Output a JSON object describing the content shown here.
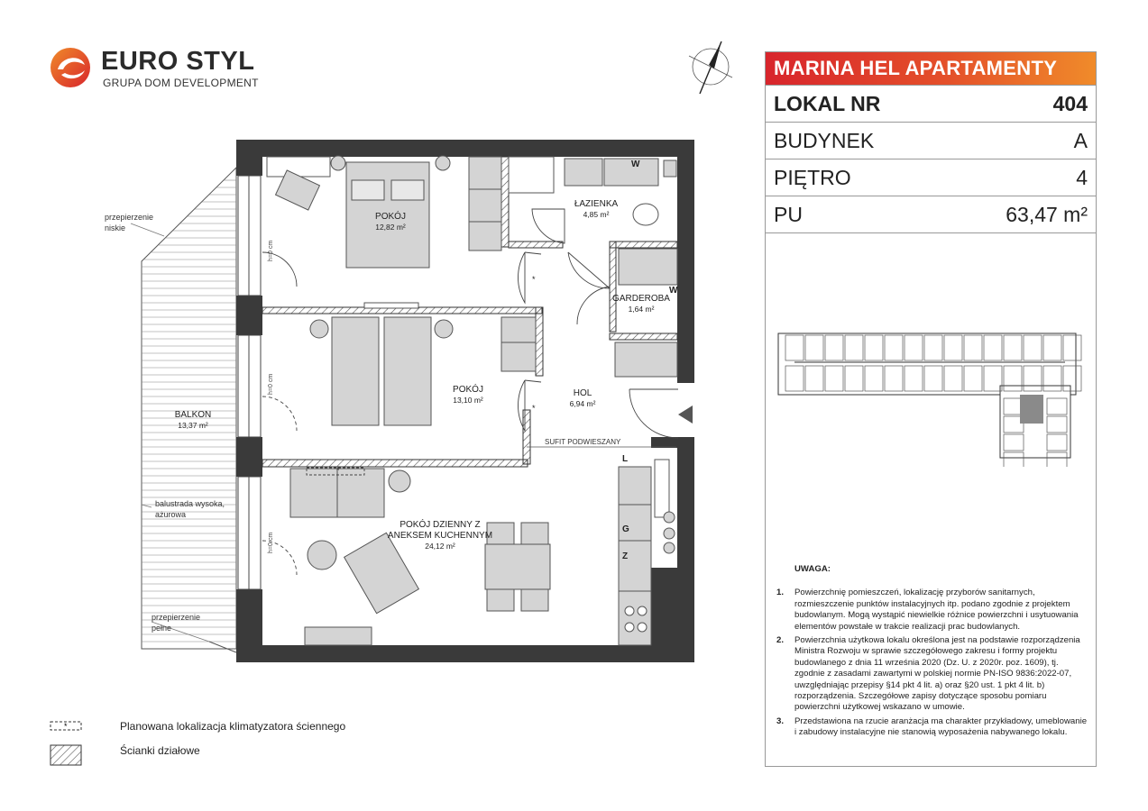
{
  "brand": {
    "name": "EURO STYL",
    "subtitle": "GRUPA DOM DEVELOPMENT",
    "colors": {
      "accent_red": "#d8252c",
      "accent_orange": "#f08b2a"
    }
  },
  "info": {
    "project": "MARINA HEL APARTAMENTY",
    "lokal_label": "LOKAL NR",
    "lokal_value": "404",
    "budynek_label": "BUDYNEK",
    "budynek_value": "A",
    "pietro_label": "PIĘTRO",
    "pietro_value": "4",
    "pu_label": "PU",
    "pu_value": "63,47 m²"
  },
  "rooms": {
    "bedroom1_name": "POKÓJ",
    "bedroom1_area": "12,82 m²",
    "bedroom2_name": "POKÓJ",
    "bedroom2_area": "13,10 m²",
    "bathroom_name": "ŁAZIENKA",
    "bathroom_area": "4,85 m²",
    "wardrobe_name": "GARDEROBA",
    "wardrobe_area": "1,64 m²",
    "hall_name": "HOL",
    "hall_area": "6,94 m²",
    "living_name_1": "POKÓJ DZIENNY Z",
    "living_name_2": "ANEKSEM KUCHENNYM",
    "living_area": "24,12 m²",
    "balcony_name": "BALKON",
    "balcony_area": "13,37 m²"
  },
  "plan_labels": {
    "partition_low_1": "przepierzenie",
    "partition_low_2": "niskie",
    "balustrade_1": "balustrada wysoka,",
    "balustrade_2": "ażurowa",
    "partition_full_1": "przepierzenie",
    "partition_full_2": "pełne",
    "ceiling": "SUFIT PODWIESZANY",
    "sill": "h=0 cm",
    "meter_w": "W",
    "meter_l": "L",
    "meter_g": "G",
    "meter_z": "Z",
    "ac_mark": "*"
  },
  "legend": {
    "ac": "Planowana lokalizacja klimatyzatora ściennego",
    "walls": "Ścianki działowe"
  },
  "notes": {
    "title": "UWAGA:",
    "items": [
      {
        "num": "1.",
        "text": "Powierzchnię pomieszczeń, lokalizację przyborów sanitarnych, rozmieszczenie punktów instalacyjnych itp. podano zgodnie z projektem budowlanym. Mogą wystąpić niewielkie różnice powierzchni i usytuowania elementów powstałe w trakcie realizacji prac budowlanych."
      },
      {
        "num": "2.",
        "text": "Powierzchnia użytkowa lokalu określona jest na podstawie rozporządzenia Ministra Rozwoju w sprawie szczegółowego zakresu i formy projektu budowlanego z dnia 11 września 2020 (Dz. U. z 2020r. poz. 1609), tj. zgodnie z zasadami zawartymi w polskiej normie PN-ISO 9836:2022-07, uwzględniając przepisy §14 pkt 4 lit. a) oraz §20 ust. 1 pkt 4 lit. b) rozporządzenia. Szczegółowe zapisy dotyczące sposobu pomiaru powierzchni użytkowej wskazano w umowie."
      },
      {
        "num": "3.",
        "text": "Przedstawiona na rzucie aranżacja ma charakter przykładowy, umeblowanie i zabudowy instalacyjne nie stanowią wyposażenia nabywanego lokalu."
      }
    ]
  }
}
